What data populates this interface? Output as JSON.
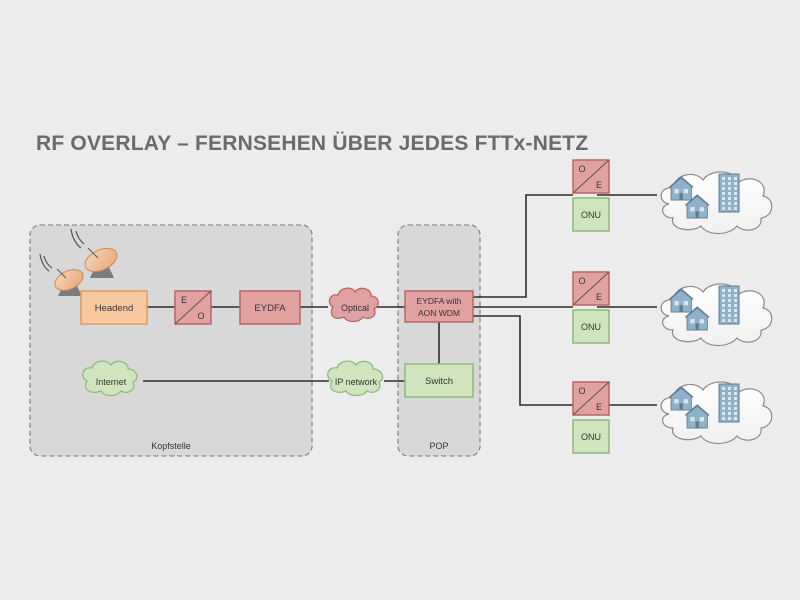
{
  "title": "RF OVERLAY – FERNSEHEN ÜBER JEDES FTTx-NETZ",
  "colors": {
    "background": "#ececec",
    "headend_fill": "#f6c9a3",
    "headend_stroke": "#e69a5a",
    "red_fill": "#e2a1a1",
    "red_stroke": "#b96565",
    "green_fill": "#cfe5bd",
    "green_stroke": "#92b77a",
    "blue_building": "#8fb2c9"
  },
  "regions": {
    "kopfstelle": "Kopfstelle",
    "pop": "POP"
  },
  "nodes": {
    "headend": "Headend",
    "eo_top": "E",
    "eo_bottom": "O",
    "eydfa": "EYDFA",
    "optical": "Optical",
    "eydfa_wdm_line1": "EYDFA with",
    "eydfa_wdm_line2": "AON WDM",
    "internet": "Internet",
    "ip_network": "IP network",
    "switch": "Switch"
  },
  "terminals": [
    {
      "oe_top": "O",
      "oe_bottom": "E",
      "onu": "ONU"
    },
    {
      "oe_top": "O",
      "oe_bottom": "E",
      "onu": "ONU"
    },
    {
      "oe_top": "O",
      "oe_bottom": "E",
      "onu": "ONU"
    }
  ],
  "icons": {
    "dish": "satellite-dish-icon",
    "cloud": "cloud-icon",
    "house": "house-icon",
    "building": "office-building-icon"
  }
}
